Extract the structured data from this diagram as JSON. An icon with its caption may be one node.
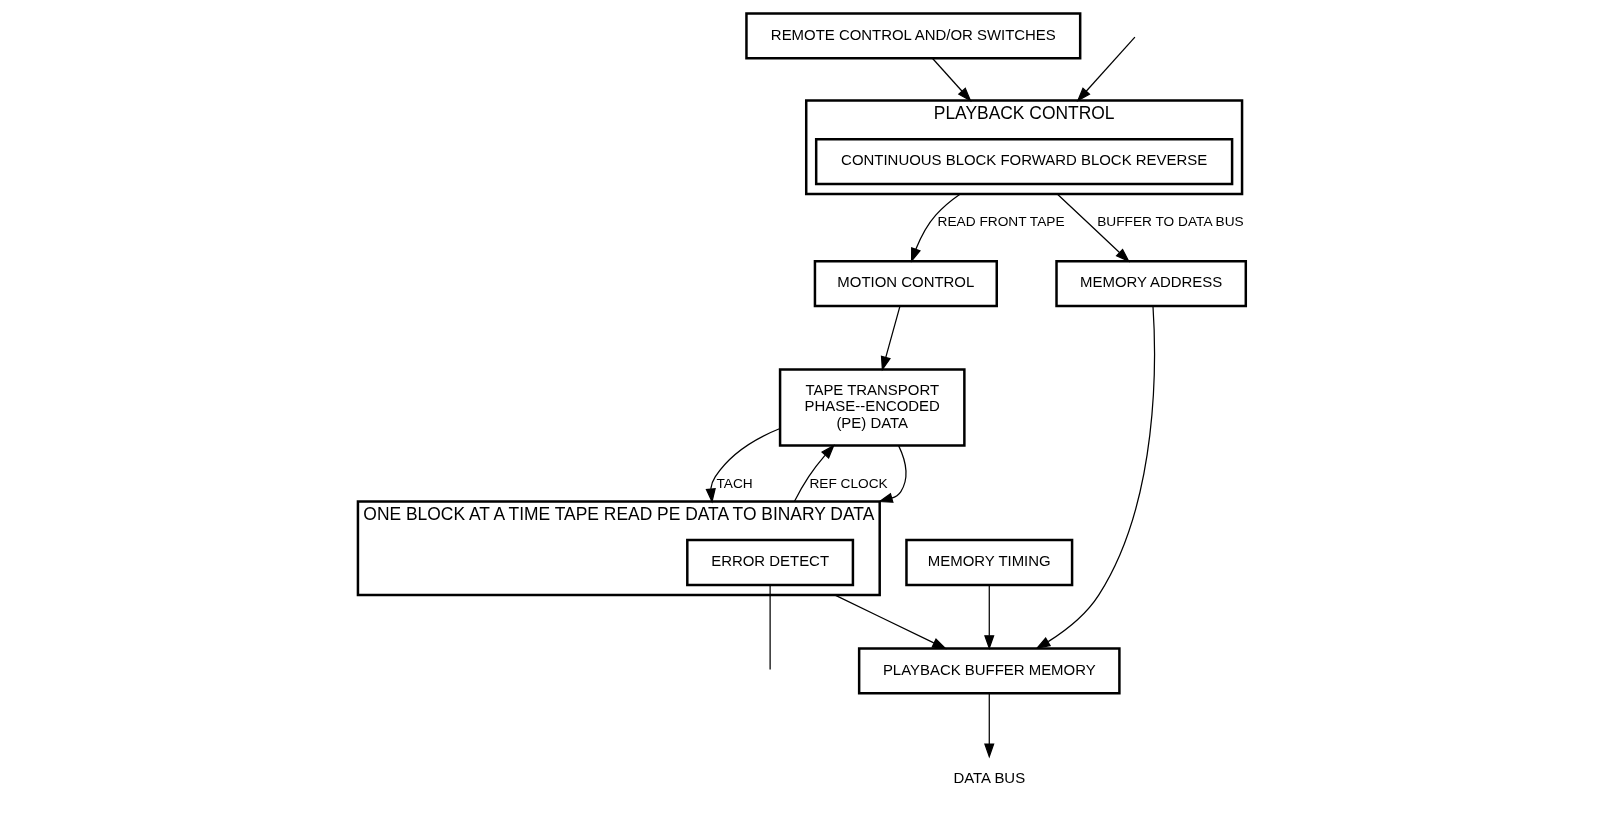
{
  "diagram": {
    "nodes": [
      {
        "text": [
          "TAPE TRANSPORT",
          "PHASE--ENCODED",
          "(PE) DATA"
        ]
      },
      {
        "text": [
          "MOTION CONTROL"
        ]
      },
      {
        "text": [
          "PLAYBACK CONTROL"
        ]
      },
      {
        "text": [
          "CONTINUOUS BLOCK FORWARD BLOCK REVERSE"
        ],
        "in": 2
      },
      {
        "text": [
          "ONE BLOCK AT A TIME TAPE READ PE DATA TO BINARY DATA"
        ]
      },
      {
        "text": [
          "ERROR DETECT"
        ],
        "in": 4
      },
      {
        "text": [
          "PLAYBACK BUFFER MEMORY"
        ]
      },
      {
        "text": [
          "MEMORY TIMING"
        ]
      },
      {
        "text": [
          "REMOTE CONTROL AND/OR SWITCHES"
        ]
      },
      {
        "text": [
          "DATA BUS"
        ]
      },
      {
        "text": [
          "MEMORY ADDRESS"
        ]
      }
    ],
    "edges": [
      {
        "from": 1,
        "to": 0,
        "arrow": "to"
      },
      {
        "from": 2,
        "to": 1,
        "arrow": "to",
        "label": "READ FRONT TAPE"
      },
      {
        "from": null,
        "to": 2,
        "arrow": "to"
      },
      {
        "from": 0,
        "to": 4,
        "arrow": "to"
      },
      {
        "from": 0,
        "to": 4,
        "arrow": "to",
        "label": "TACH"
      },
      {
        "from": 4,
        "to": 0,
        "arrow": "to",
        "label": "REF CLOCK"
      },
      {
        "from": 4,
        "to": 6,
        "arrow": "to"
      },
      {
        "from": 7,
        "to": 6,
        "arrow": "to"
      },
      {
        "from": 10,
        "to": 6,
        "arrow": "to"
      },
      {
        "from": 8,
        "to": 2,
        "arrow": "to"
      },
      {
        "from": 6,
        "to": 9,
        "arrow": "to"
      },
      {
        "from": 2,
        "to": 10,
        "arrow": "to",
        "label": "BUFFER TO DATA BUS"
      },
      {
        "from": 5,
        "to": null,
        "arrow": "none"
      }
    ]
  }
}
